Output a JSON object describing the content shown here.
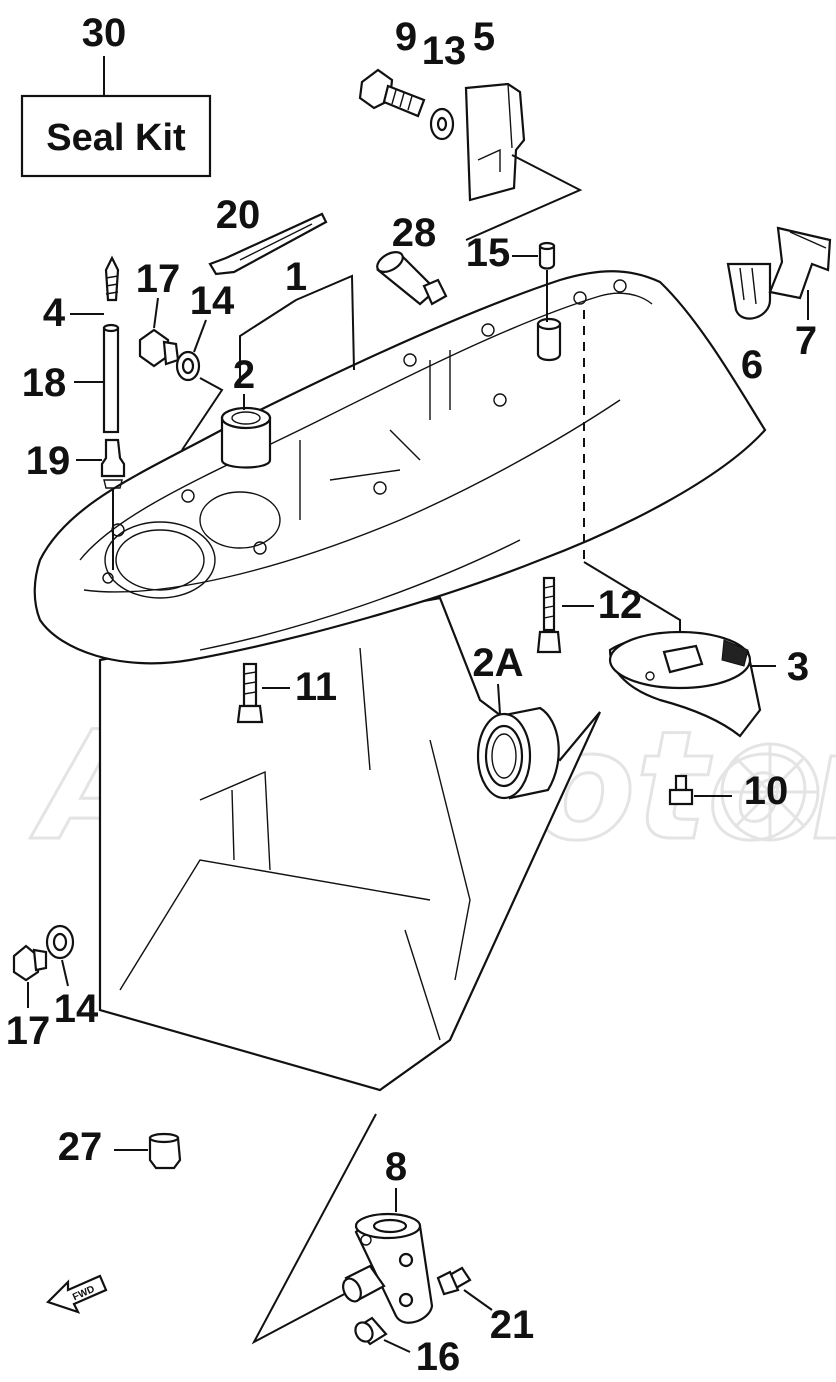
{
  "watermark": {
    "text": "AeriMotor"
  },
  "seal_kit": {
    "label": "Seal Kit",
    "number": "30"
  },
  "forward_marker": {
    "label": "FWD"
  },
  "callouts": {
    "c1": "1",
    "c2": "2",
    "c2a": "2A",
    "c3": "3",
    "c4": "4",
    "c5": "5",
    "c6": "6",
    "c7": "7",
    "c8": "8",
    "c9": "9",
    "c10": "10",
    "c11": "11",
    "c12": "12",
    "c13": "13",
    "c14_top": "14",
    "c14_bottom": "14",
    "c15": "15",
    "c16": "16",
    "c17_top": "17",
    "c17_bottom": "17",
    "c18": "18",
    "c19": "19",
    "c20": "20",
    "c21": "21",
    "c27": "27",
    "c28": "28"
  }
}
